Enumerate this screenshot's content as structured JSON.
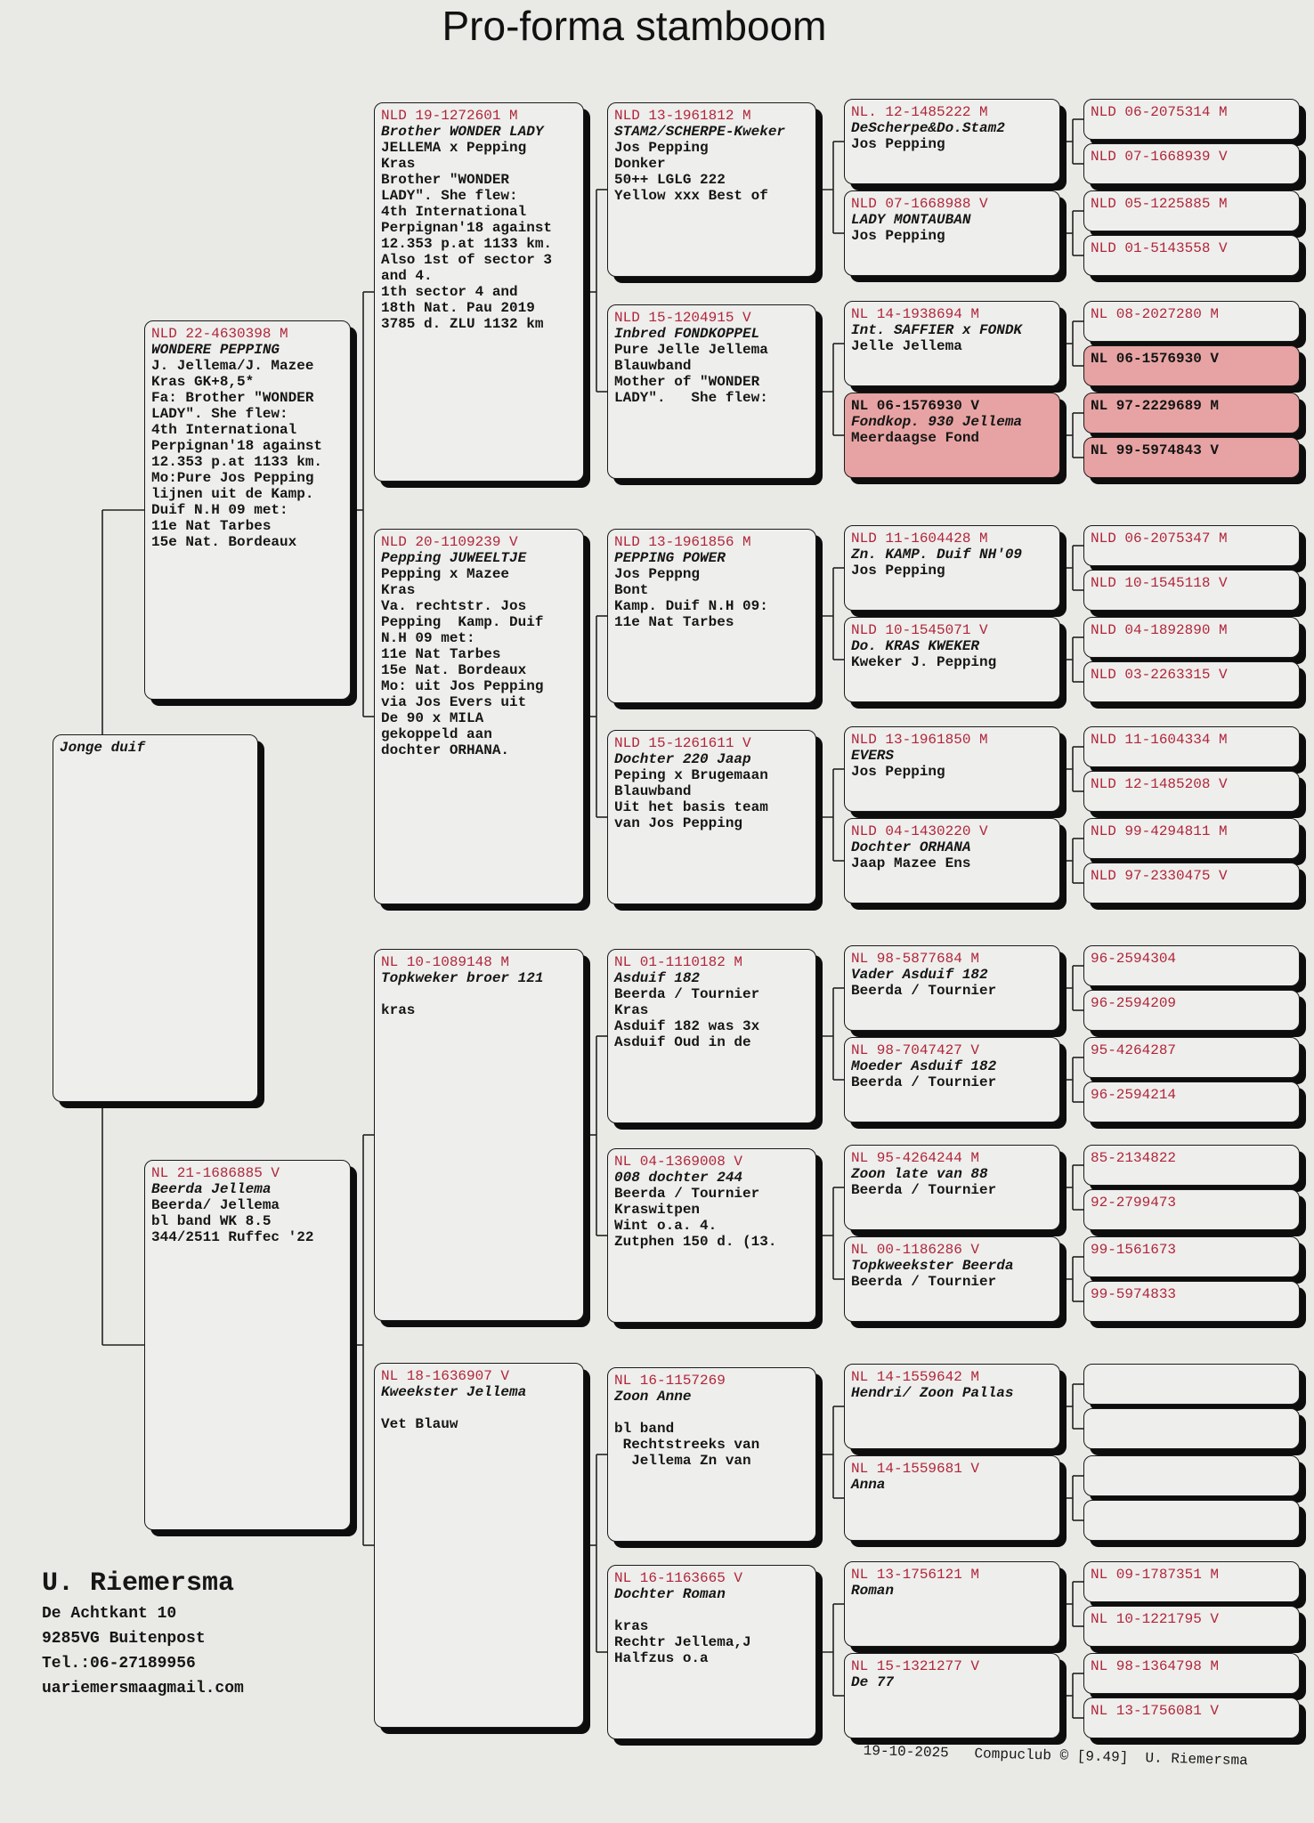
{
  "title": "Pro-forma stamboom",
  "colors": {
    "ring": "#b0263a",
    "highlight": "#e7a3a3"
  },
  "pedigree": {
    "gen1": [
      {
        "ring": "",
        "name": "Jonge duif",
        "lines": []
      }
    ],
    "gen2": [
      {
        "ring": "NLD 22-4630398 M",
        "name": "WONDERE PEPPING",
        "lines": [
          "J. Jellema/J. Mazee",
          "Kras GK+8,5*",
          "Fa: Brother \"WONDER",
          "LADY\". She flew:",
          "4th International",
          "Perpignan'18 against",
          "12.353 p.at 1133 km.",
          "Mo:Pure Jos Pepping",
          "lijnen uit de Kamp.",
          "Duif N.H 09 met:",
          "11e Nat Tarbes",
          "15e Nat. Bordeaux"
        ]
      },
      {
        "ring": "NL  21-1686885 V",
        "name": "Beerda Jellema",
        "lines": [
          "Beerda/ Jellema",
          "bl band WK 8.5",
          "344/2511 Ruffec '22"
        ]
      }
    ],
    "gen3": [
      {
        "ring": "NLD 19-1272601 M",
        "name": "Brother WONDER LADY",
        "lines": [
          "JELLEMA x Pepping",
          "Kras",
          "Brother \"WONDER",
          "LADY\". She flew:",
          "4th International",
          "Perpignan'18 against",
          "12.353 p.at 1133 km.",
          "Also 1st of sector 3",
          "and 4.",
          "1th sector 4 and",
          "18th Nat. Pau 2019",
          "3785 d. ZLU 1132 km"
        ]
      },
      {
        "ring": "NLD 20-1109239 V",
        "name": "Pepping JUWEELTJE",
        "lines": [
          "Pepping x Mazee",
          "Kras",
          "Va. rechtstr. Jos",
          "Pepping  Kamp. Duif",
          "N.H 09 met:",
          "11e Nat Tarbes",
          "15e Nat. Bordeaux",
          "Mo: uit Jos Pepping",
          "via Jos Evers uit",
          "De 90 x MILA",
          "gekoppeld aan",
          "dochter ORHANA."
        ]
      },
      {
        "ring": "NL  10-1089148 M",
        "name": "Topkweker broer 121",
        "lines": [
          "",
          "kras"
        ]
      },
      {
        "ring": "NL  18-1636907 V",
        "name": "Kweekster Jellema",
        "lines": [
          "",
          "Vet Blauw"
        ]
      }
    ],
    "gen4": [
      {
        "ring": "NLD 13-1961812 M",
        "name": "STAM2/SCHERPE-Kweker",
        "lines": [
          "Jos Pepping",
          "Donker",
          "50++ LGLG 222",
          "Yellow xxx Best of"
        ]
      },
      {
        "ring": "NLD 15-1204915 V",
        "name": "Inbred FONDKOPPEL",
        "lines": [
          "Pure Jelle Jellema",
          "Blauwband",
          "Mother of \"WONDER",
          "LADY\".   She flew:"
        ]
      },
      {
        "ring": "NLD 13-1961856 M",
        "name": "PEPPING POWER",
        "lines": [
          "Jos Peppng",
          "Bont",
          "Kamp. Duif N.H 09:",
          "11e Nat Tarbes"
        ]
      },
      {
        "ring": "NLD 15-1261611 V",
        "name": "Dochter 220 Jaap",
        "lines": [
          "Peping x Brugemaan",
          "Blauwband",
          "Uit het basis team",
          "van Jos Pepping"
        ]
      },
      {
        "ring": "NL  01-1110182 M",
        "name": "Asduif 182",
        "lines": [
          "Beerda / Tournier",
          "Kras",
          "Asduif 182 was 3x",
          "Asduif Oud in de"
        ]
      },
      {
        "ring": "NL  04-1369008 V",
        "name": "008 dochter 244",
        "lines": [
          "Beerda / Tournier",
          "Kraswitpen",
          "Wint o.a. 4.",
          "Zutphen 150 d. (13."
        ]
      },
      {
        "ring": "NL  16-1157269",
        "name": "Zoon Anne",
        "lines": [
          "",
          "bl band",
          " Rechtstreeks van",
          "  Jellema Zn van"
        ]
      },
      {
        "ring": "NL  16-1163665 V",
        "name": "Dochter Roman",
        "lines": [
          "",
          "kras",
          "Rechtr Jellema,J",
          "Halfzus o.a"
        ]
      }
    ],
    "gen5": [
      {
        "ring": "NL. 12-1485222 M",
        "name": "DeScherpe&Do.Stam2",
        "lines": [
          "Jos Pepping"
        ]
      },
      {
        "ring": "NLD 07-1668988 V",
        "name": "LADY MONTAUBAN",
        "lines": [
          "Jos Pepping"
        ]
      },
      {
        "ring": "NL  14-1938694 M",
        "name": "Int. SAFFIER x FONDK",
        "lines": [
          "Jelle Jellema"
        ]
      },
      {
        "ring": "NL  06-1576930 V",
        "name": "Fondkop. 930 Jellema",
        "lines": [
          "Meerdaagse Fond"
        ],
        "highlight": true
      },
      {
        "ring": "NLD 11-1604428 M",
        "name": "Zn. KAMP. Duif NH'09",
        "lines": [
          "Jos Pepping"
        ]
      },
      {
        "ring": "NLD 10-1545071 V",
        "name": "Do. KRAS KWEKER",
        "lines": [
          "Kweker J. Pepping"
        ]
      },
      {
        "ring": "NLD 13-1961850 M",
        "name": "EVERS",
        "lines": [
          "Jos Pepping"
        ]
      },
      {
        "ring": "NLD 04-1430220 V",
        "name": "Dochter ORHANA",
        "lines": [
          "Jaap Mazee Ens"
        ]
      },
      {
        "ring": "NL  98-5877684 M",
        "name": "Vader Asduif 182",
        "lines": [
          "Beerda / Tournier"
        ]
      },
      {
        "ring": "NL  98-7047427 V",
        "name": "Moeder Asduif 182",
        "lines": [
          "Beerda / Tournier"
        ]
      },
      {
        "ring": "NL  95-4264244 M",
        "name": "Zoon late van 88",
        "lines": [
          "Beerda / Tournier"
        ]
      },
      {
        "ring": "NL  00-1186286 V",
        "name": "Topkweekster Beerda",
        "lines": [
          "Beerda / Tournier"
        ]
      },
      {
        "ring": "NL  14-1559642 M",
        "name": "Hendri/ Zoon Pallas",
        "lines": []
      },
      {
        "ring": "NL  14-1559681 V",
        "name": "Anna",
        "lines": []
      },
      {
        "ring": "NL  13-1756121 M",
        "name": "Roman",
        "lines": []
      },
      {
        "ring": "NL  15-1321277 V",
        "name": "De 77",
        "lines": []
      }
    ],
    "gen6": [
      {
        "ring": "NLD 06-2075314 M"
      },
      {
        "ring": "NLD 07-1668939 V"
      },
      {
        "ring": "NLD 05-1225885 M"
      },
      {
        "ring": "NLD 01-5143558 V"
      },
      {
        "ring": "NL  08-2027280 M"
      },
      {
        "ring": "NL  06-1576930 V",
        "highlight": true
      },
      {
        "ring": "NL  97-2229689 M",
        "highlight": true
      },
      {
        "ring": "NL  99-5974843 V",
        "highlight": true
      },
      {
        "ring": "NLD 06-2075347 M"
      },
      {
        "ring": "NLD 10-1545118 V"
      },
      {
        "ring": "NLD 04-1892890 M"
      },
      {
        "ring": "NLD 03-2263315 V"
      },
      {
        "ring": "NLD 11-1604334 M"
      },
      {
        "ring": "NLD 12-1485208 V"
      },
      {
        "ring": "NLD 99-4294811 M"
      },
      {
        "ring": "NLD 97-2330475 V"
      },
      {
        "ring": "96-2594304",
        "centered": true
      },
      {
        "ring": "96-2594209",
        "centered": true
      },
      {
        "ring": "95-4264287",
        "centered": true
      },
      {
        "ring": "96-2594214",
        "centered": true
      },
      {
        "ring": "85-2134822",
        "centered": true
      },
      {
        "ring": "92-2799473",
        "centered": true
      },
      {
        "ring": "99-1561673",
        "centered": true
      },
      {
        "ring": "99-5974833",
        "centered": true
      },
      {
        "ring": ""
      },
      {
        "ring": ""
      },
      {
        "ring": ""
      },
      {
        "ring": ""
      },
      {
        "ring": "NL  09-1787351 M"
      },
      {
        "ring": "NL  10-1221795 V"
      },
      {
        "ring": "NL  98-1364798 M"
      },
      {
        "ring": "NL  13-1756081 V"
      }
    ]
  },
  "owner": {
    "name": "U. Riemersma",
    "address": [
      "De Achtkant 10",
      "9285VG  Buitenpost",
      "Tel.:06-27189956",
      "uariemersmaagmail.com"
    ]
  },
  "printline": "19-10-2025   Compuclub © [9.49]  U. Riemersma"
}
